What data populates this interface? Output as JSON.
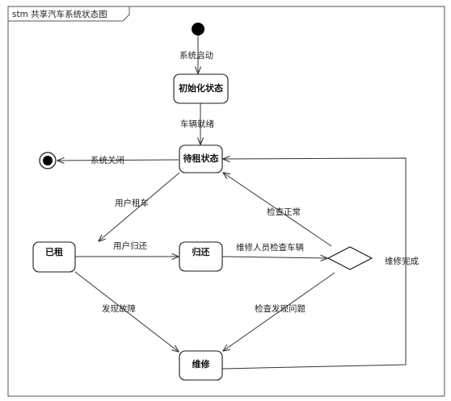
{
  "frame": {
    "label": "stm 共享汽车系统状态图"
  },
  "states": {
    "init": "初始化状态",
    "waiting": "待租状态",
    "rented": "已租",
    "returned": "归还",
    "repair": "维修"
  },
  "transitions": {
    "start": "系统启动",
    "ready": "车辆就绪",
    "shutdown": "系统关闭",
    "rent": "用户租车",
    "return": "用户归还",
    "inspect": "维修人员检查车辆",
    "ok": "检查正常",
    "problem": "检查发现问题",
    "fault": "发现故障",
    "repaired": "维修完成"
  }
}
